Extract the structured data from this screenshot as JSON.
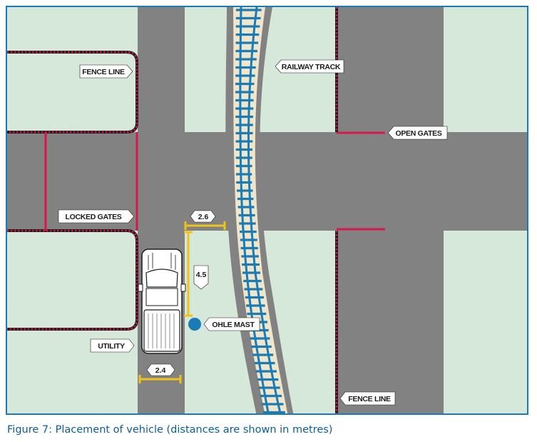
{
  "labels": {
    "fence_line_left": "FENCE LINE",
    "railway_track": "RAILWAY TRACK",
    "open_gates": "OPEN GATES",
    "locked_gates": "LOCKED GATES",
    "ohle_mast": "OHLE MAST",
    "utility": "UTILITY",
    "fence_line_right": "FENCE LINE"
  },
  "dimensions": {
    "mast_clearance_width": "2.6",
    "vehicle_length": "4.5",
    "vehicle_width": "2.4"
  },
  "caption": "Figure 7: Placement of vehicle (distances are shown in metres)",
  "colors": {
    "grass": "#d6e8da",
    "road": "#828282",
    "fence": "#d5184d",
    "gate": "#d5184d",
    "dimension": "#f0c31a",
    "mast": "#1b7bb4",
    "sleeper": "#1b7bb4",
    "ballast": "#efe6cc",
    "frame": "#1b7bb4"
  }
}
